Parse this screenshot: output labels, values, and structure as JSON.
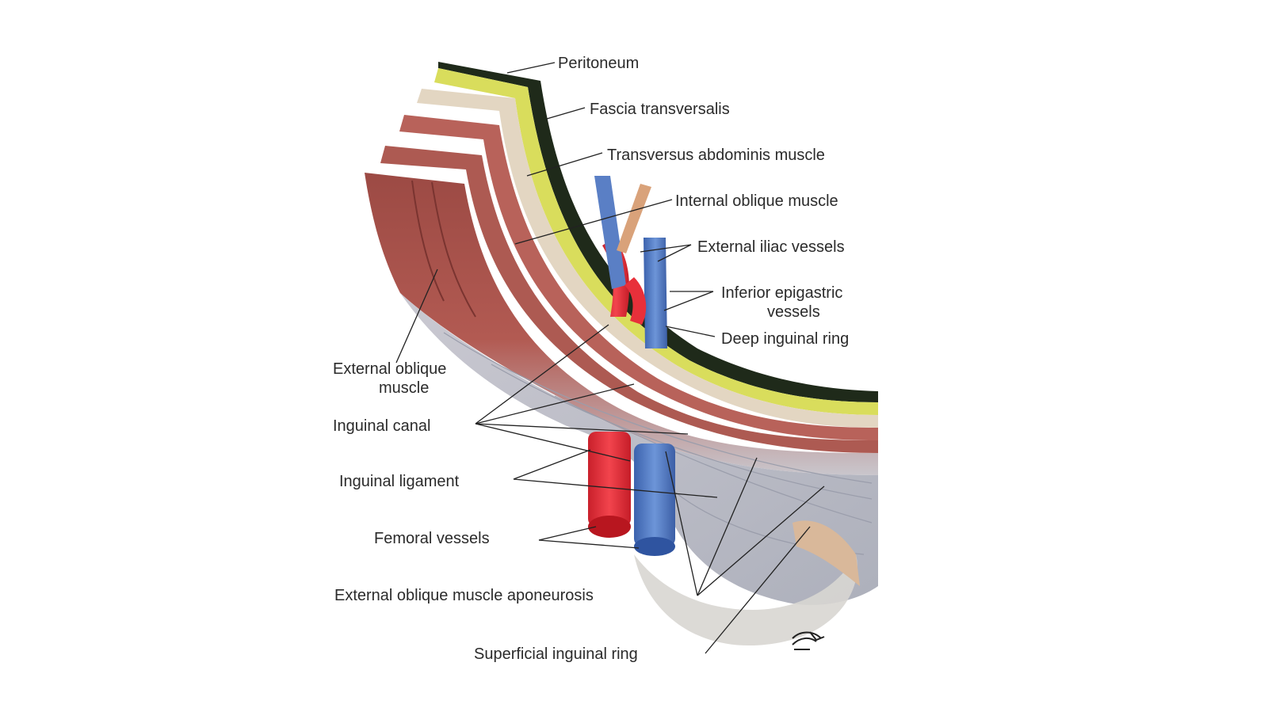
{
  "labels": {
    "peritoneum": "Peritoneum",
    "fascia_transversalis": "Fascia transversalis",
    "transversus_abdominis": "Transversus abdominis muscle",
    "internal_oblique": "Internal oblique muscle",
    "external_iliac_vessels": "External iliac vessels",
    "inferior_epigastric_1": "Inferior epigastric",
    "inferior_epigastric_2": "vessels",
    "deep_inguinal_ring": "Deep inguinal ring",
    "external_oblique_1": "External oblique",
    "external_oblique_2": "muscle",
    "inguinal_canal": "Inguinal canal",
    "inguinal_ligament": "Inguinal ligament",
    "femoral_vessels": "Femoral vessels",
    "external_oblique_aponeurosis": "External oblique muscle aponeurosis",
    "superficial_inguinal_ring": "Superficial inguinal ring"
  },
  "colors": {
    "peritoneum": "#1f2a1a",
    "fascia": "#d8dc5a",
    "fascia_pale": "#e2d4bf",
    "muscle": "#b2574f",
    "muscle_dark": "#8e3f3a",
    "aponeurosis": "#b9bcc6",
    "artery": "#e8303a",
    "vein": "#4d78c2",
    "cord": "#d9b89a"
  },
  "icons": [
    "eye-icon"
  ]
}
